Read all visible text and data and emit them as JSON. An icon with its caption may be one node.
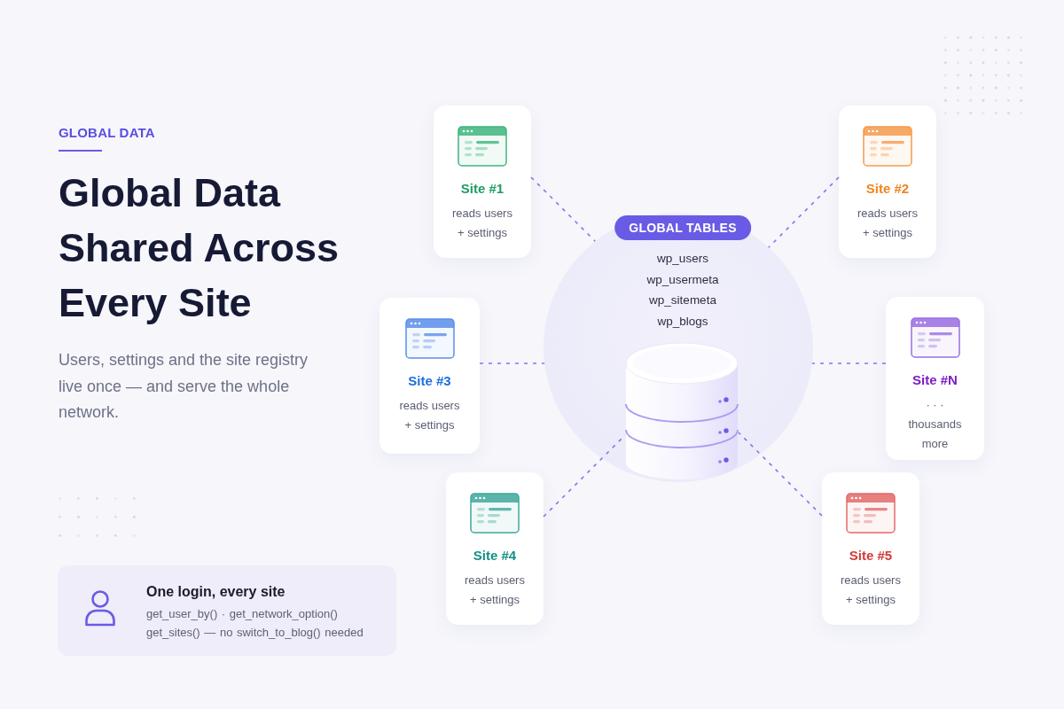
{
  "diagram": {
    "title": "Global Data Shared Across Every Site",
    "nodes": [
      {
        "text": [
          "Site #1",
          "reads users + settings"
        ]
      },
      {
        "text": [
          "Site #2",
          "reads users + settings"
        ]
      },
      {
        "text": [
          "GLOBAL TABLES",
          "wp_users",
          "wp_usermeta",
          "wp_sitemeta",
          "wp_blogs"
        ]
      },
      {
        "text": [],
        "shape": "cylinder",
        "in": 2
      },
      {
        "text": [
          "Site #3",
          "reads users + settings"
        ]
      },
      {
        "text": [
          "Site #N",
          "· · ·",
          "thousands more"
        ]
      },
      {
        "text": [
          "Site #4",
          "reads users + settings"
        ]
      },
      {
        "text": [
          "Site #5",
          "reads users + settings"
        ]
      },
      {
        "text": [
          "One login, every site",
          "get_user_by() · get_network_option()",
          "get_sites() — no switch_to_blog() needed"
        ]
      }
    ],
    "edges": [
      {
        "from": 0,
        "to": 2,
        "arrow": "none",
        "style": "dashed"
      },
      {
        "from": 1,
        "to": 2,
        "arrow": "none",
        "style": "dashed"
      },
      {
        "from": 4,
        "to": 2,
        "arrow": "none",
        "style": "dashed"
      },
      {
        "from": 5,
        "to": 2,
        "arrow": "none",
        "style": "dashed"
      },
      {
        "from": 6,
        "to": 3,
        "arrow": "none",
        "style": "dashed"
      },
      {
        "from": 7,
        "to": 3,
        "arrow": "none",
        "style": "dashed"
      }
    ],
    "labels": [
      "GLOBAL DATA",
      "Users, settings and the site registry live once — and serve the whole network."
    ]
  }
}
